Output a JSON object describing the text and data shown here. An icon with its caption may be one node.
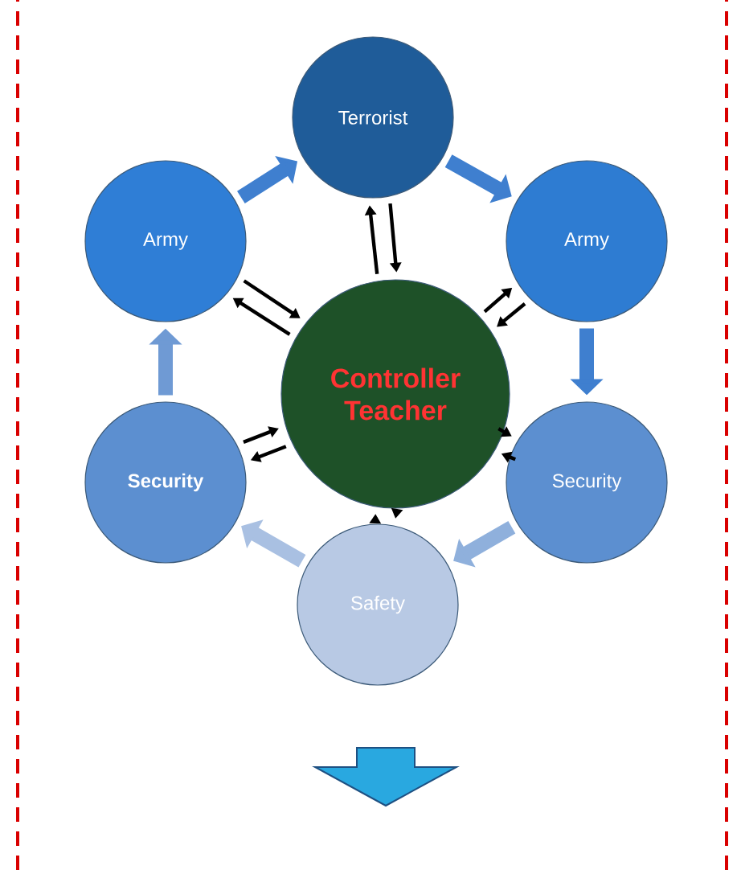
{
  "diagram": {
    "nodes": [
      {
        "text": [
          "Controller Teacher"
        ]
      },
      {
        "text": [
          "Terrorist"
        ]
      },
      {
        "text": [
          "Army"
        ]
      },
      {
        "text": [
          "Security"
        ]
      },
      {
        "text": [
          "Safety"
        ]
      },
      {
        "text": [
          "Security"
        ]
      },
      {
        "text": [
          "Army"
        ]
      }
    ],
    "edges": [
      {
        "from": 0,
        "to": 1,
        "arrow": "to"
      },
      {
        "from": 1,
        "to": 0,
        "arrow": "to"
      },
      {
        "from": 0,
        "to": 2,
        "arrow": "to"
      },
      {
        "from": 2,
        "to": 0,
        "arrow": "to"
      },
      {
        "from": 0,
        "to": 3,
        "arrow": "to"
      },
      {
        "from": 3,
        "to": 0,
        "arrow": "to"
      },
      {
        "from": 0,
        "to": 4,
        "arrow": "to"
      },
      {
        "from": 4,
        "to": 0,
        "arrow": "to"
      },
      {
        "from": 0,
        "to": 5,
        "arrow": "to"
      },
      {
        "from": 5,
        "to": 0,
        "arrow": "to"
      },
      {
        "from": 0,
        "to": 6,
        "arrow": "to"
      },
      {
        "from": 6,
        "to": 0,
        "arrow": "to"
      },
      {
        "from": 6,
        "to": 1,
        "arrow": "to",
        "style": "thick",
        "color": "#3f7fcf"
      },
      {
        "from": 1,
        "to": 2,
        "arrow": "to",
        "style": "thick",
        "color": "#3f7fcf"
      },
      {
        "from": 2,
        "to": 3,
        "arrow": "to",
        "style": "thick",
        "color": "#3f7fcf"
      },
      {
        "from": 3,
        "to": 4,
        "arrow": "to",
        "style": "thick",
        "color": "#8fb0dc"
      },
      {
        "from": 4,
        "to": 5,
        "arrow": "to",
        "style": "thick",
        "color": "#a9c0e2"
      },
      {
        "from": 5,
        "to": 6,
        "arrow": "to",
        "style": "thick",
        "color": "#6f9ad4"
      }
    ]
  }
}
